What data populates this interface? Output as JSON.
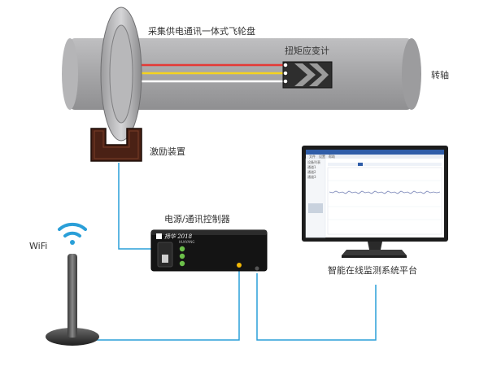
{
  "labels": {
    "flywheel": "采集供电通讯一体式飞轮盘",
    "strain_gauge": "扭矩应变计",
    "shaft": "转轴",
    "exciter": "激励装置",
    "controller": "电源/通讯控制器",
    "wifi": "WiFi",
    "platform": "智能在线监测系统平台"
  },
  "controller": {
    "brand": "扬华 2018",
    "model": "HUAYANG"
  },
  "colors": {
    "shaft": "#a9a9ab",
    "wire_red": "#e53935",
    "wire_yellow": "#f5d31e",
    "wire_white": "#ffffff",
    "cable": "#2a9fd8",
    "exciter": "#4a2115",
    "led_green": "#6cc04a",
    "led_yellow": "#f2b705"
  },
  "monitor": {
    "toolbar": [
      "文件",
      "设置",
      "帮助"
    ],
    "side_items": [
      "设备列表",
      "通道1",
      "通道2",
      "通道3"
    ]
  }
}
